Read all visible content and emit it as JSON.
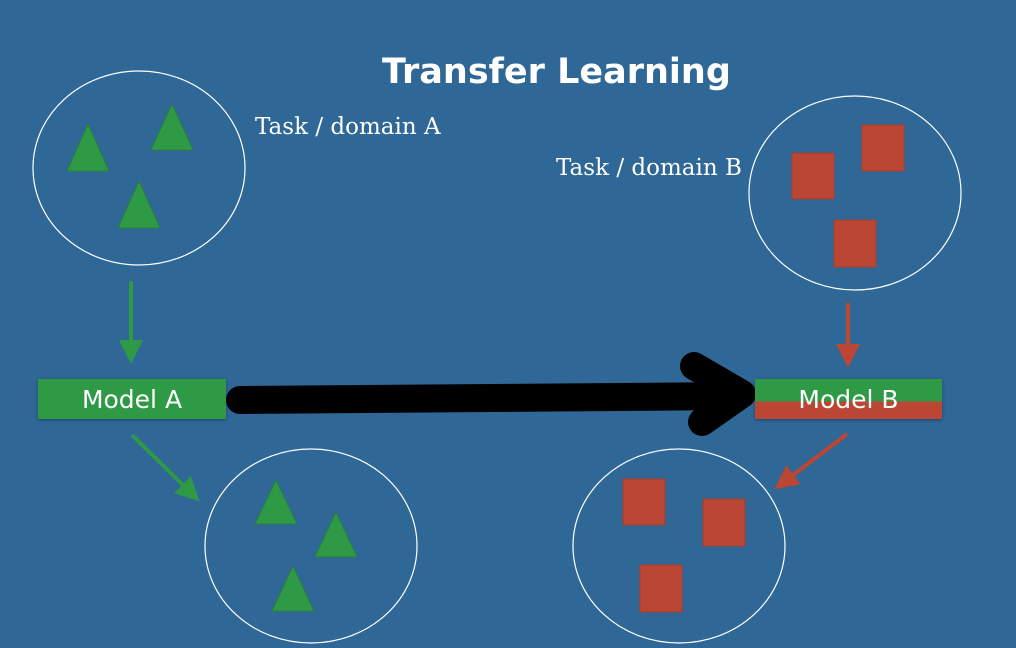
{
  "title": "Transfer Learning",
  "task_a_label": "Task / domain A",
  "task_b_label": "Task / domain B",
  "model_a_label": "Model A",
  "model_b_label": "Model B",
  "colors": {
    "background": "#2f6797",
    "green": "#2f9a46",
    "red": "#bb4634",
    "white": "#ffffff",
    "transfer_arrow": "#000000"
  }
}
